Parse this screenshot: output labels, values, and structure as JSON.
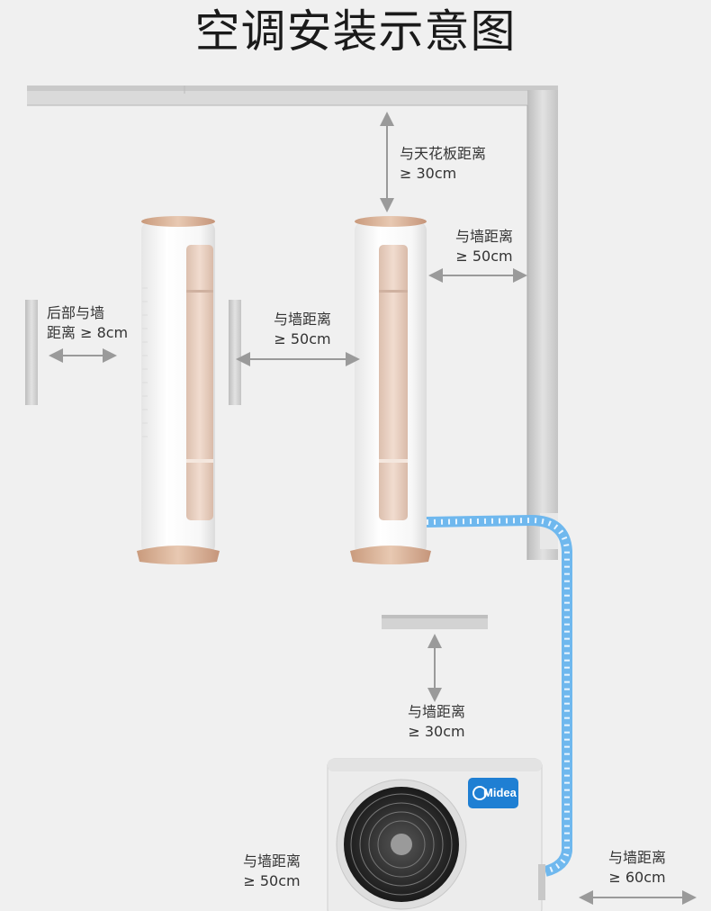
{
  "title": "空调安装示意图",
  "brand": "Midea",
  "labels": {
    "ceiling": {
      "line1": "与天花板距离",
      "line2": "≥ 30cm"
    },
    "side_wall": {
      "line1": "与墙距离",
      "line2": "≥ 50cm"
    },
    "back_wall": {
      "line1": "后部与墙",
      "line2": "距离 ≥ 8cm"
    },
    "between_units": {
      "line1": "与墙距离",
      "line2": "≥ 50cm"
    },
    "outdoor_top": {
      "line1": "与墙距离",
      "line2": "≥ 30cm"
    },
    "outdoor_left": {
      "line1": "与墙距离",
      "line2": "≥ 50cm"
    },
    "outdoor_right": {
      "line1": "与墙距离",
      "line2": "≥ 60cm"
    }
  },
  "colors": {
    "background": "#f0f0f0",
    "wall": "#d9d9d9",
    "unit_body": "#ffffff",
    "panel": "#e8cfc0",
    "gold_trim": "#d7b49c",
    "pipe": "#6fb8ee",
    "arrow": "#9a9a9a",
    "brand_blue": "#1f7fd3"
  }
}
